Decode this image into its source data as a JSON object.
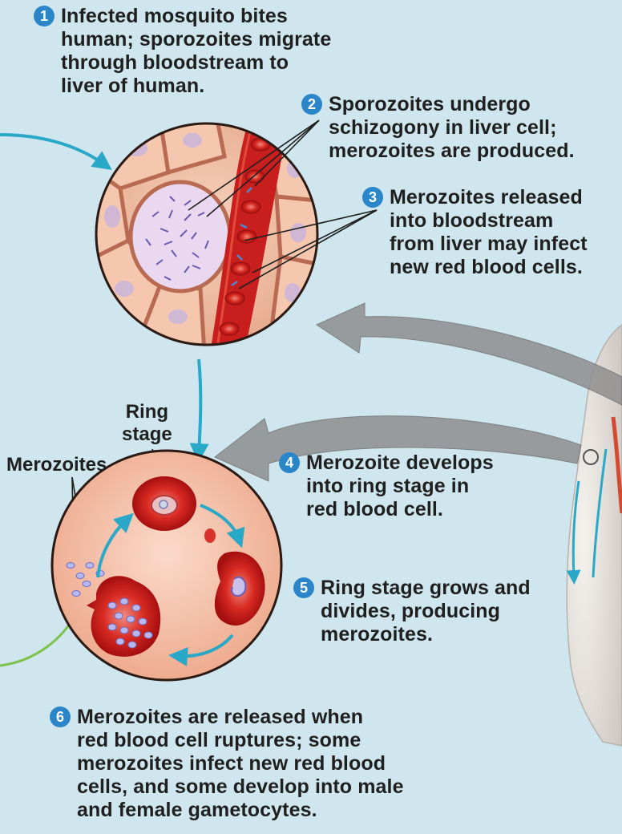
{
  "steps": [
    {
      "number": "1",
      "text": "Infected mosquito bites\nhuman; sporozoites migrate\nthrough bloodstream to\nliver of human."
    },
    {
      "number": "2",
      "text": "Sporozoites undergo\nschizogony in liver cell;\nmerozoites are produced."
    },
    {
      "number": "3",
      "text": "Merozoites released\ninto bloodstream\nfrom liver may infect\nnew red blood cells."
    },
    {
      "number": "4",
      "text": "Merozoite develops\ninto ring stage in\nred blood cell."
    },
    {
      "number": "5",
      "text": "Ring stage grows and\ndivides, producing\nmerozoites."
    },
    {
      "number": "6",
      "text": "Merozoites are released when\nred blood cell ruptures; some\nmerozoites infect new red blood\ncells, and some develop into male\nand female gametocytes."
    }
  ],
  "labels": {
    "ring_stage": "Ring\nstage",
    "merozoites": "Merozoites"
  },
  "colors": {
    "background": "#cfe6ee",
    "badge": "#2a86c8",
    "arrow_blue": "#2aa8c8",
    "arrow_gray": "#8a8a8a",
    "blood_red": "#c81e1e",
    "liver_tissue": "#f3c3a8"
  }
}
